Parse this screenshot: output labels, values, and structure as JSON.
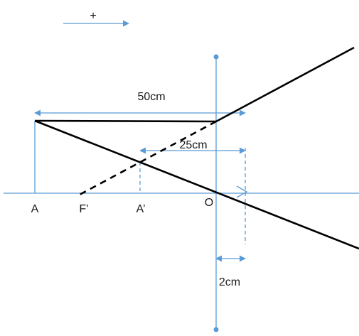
{
  "sign_convention": {
    "label": "+"
  },
  "points": {
    "object": "A",
    "focus_image": "F’",
    "image": "A’",
    "optical_center": "O"
  },
  "dimensions": {
    "object_distance": "50cm",
    "image_distance": "25cm",
    "eye_distance": "2cm"
  },
  "colors": {
    "axis": "#5b9bd5",
    "ray": "#000000"
  }
}
